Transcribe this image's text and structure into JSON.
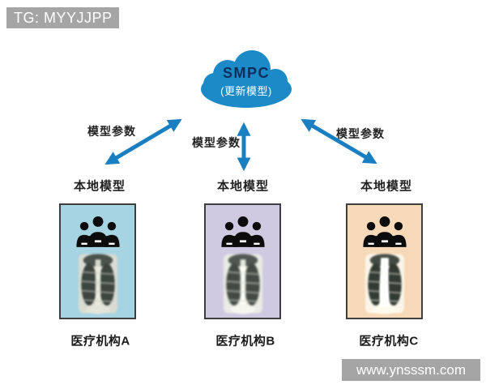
{
  "watermarks": {
    "top_left": "TG: MYYJJPP",
    "bottom_right": "www.ynsssm.com"
  },
  "cloud": {
    "title": "SMPC",
    "subtitle": "(更新模型)",
    "fill": "#1b8ac6",
    "title_color": "#0e2f5c",
    "subtitle_color": "#ffffff"
  },
  "arrows": {
    "color": "#1a7fc1",
    "labels": [
      "模型参数",
      "模型参数",
      "模型参数"
    ]
  },
  "nodes": [
    {
      "local_model": "本地模型",
      "org": "医疗机构A",
      "color": "#a6d4e2"
    },
    {
      "local_model": "本地模型",
      "org": "医疗机构B",
      "color": "#cfc9e1"
    },
    {
      "local_model": "本地模型",
      "org": "医疗机构C",
      "color": "#f6d9b8"
    }
  ]
}
